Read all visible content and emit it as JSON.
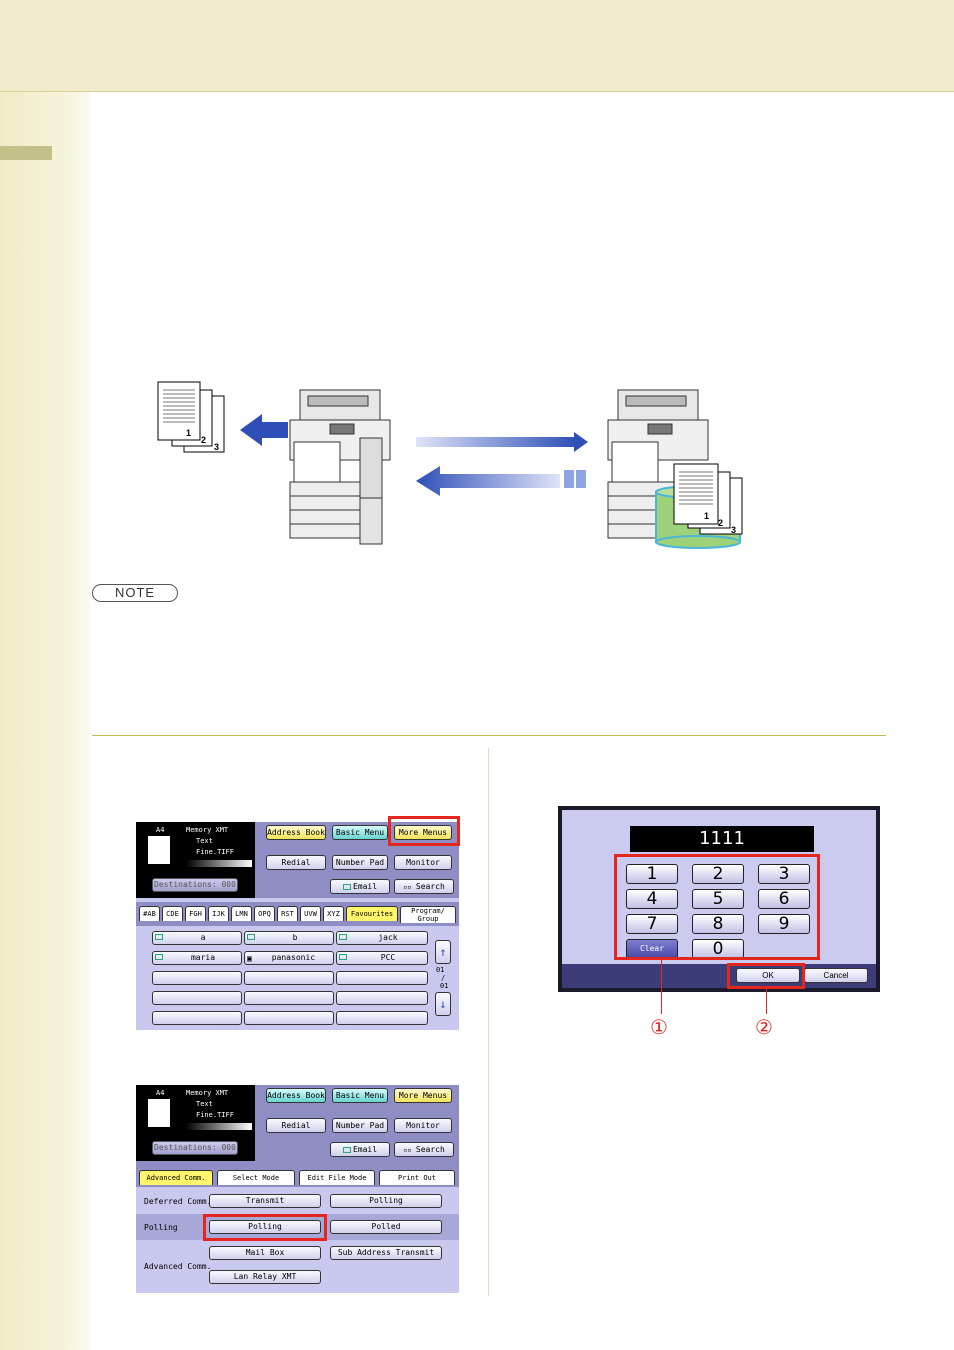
{
  "note_label": "NOTE",
  "illustration": {
    "left_doc_pages": [
      "1",
      "2",
      "3"
    ],
    "right_doc_pages": [
      "1",
      "2",
      "3"
    ]
  },
  "screen1": {
    "status": {
      "size": "A4",
      "mode": "Memory XMT",
      "text_mode": "Text",
      "resolution": "Fine.TIFF"
    },
    "destinations": "Destinations: 000",
    "top_buttons": [
      "Address Book",
      "Basic Menu",
      "More Menus"
    ],
    "mid_buttons": [
      "Redial",
      "Number Pad",
      "Monitor"
    ],
    "email": "Email",
    "search": "Search",
    "tabs": [
      "#AB",
      "CDE",
      "FGH",
      "IJK",
      "LMN",
      "OPQ",
      "RST",
      "UVW",
      "XYZ",
      "Favourites",
      "Program/ Group"
    ],
    "entries": [
      "a",
      "b",
      "jack",
      "maria",
      "panasonic",
      "PCC"
    ],
    "page_indicator": [
      "01",
      "/",
      "01"
    ]
  },
  "screen2": {
    "status": {
      "size": "A4",
      "mode": "Memory XMT",
      "text_mode": "Text",
      "resolution": "Fine.TIFF"
    },
    "destinations": "Destinations: 000",
    "top_buttons": [
      "Address Book",
      "Basic Menu",
      "More Menus"
    ],
    "mid_buttons": [
      "Redial",
      "Number Pad",
      "Monitor"
    ],
    "email": "Email",
    "search": "Search",
    "tabs": [
      "Advanced Comm.",
      "Select Mode",
      "Edit File Mode",
      "Print Out"
    ],
    "rows": [
      {
        "label": "Deferred Comm.",
        "buttons": [
          "Transmit",
          "Polling"
        ]
      },
      {
        "label": "Polling",
        "buttons": [
          "Polling",
          "Polled"
        ]
      },
      {
        "label": "Advanced Comm.",
        "buttons": [
          "Mail Box",
          "Sub Address Transmit",
          "Lan Relay XMT"
        ]
      }
    ]
  },
  "numpad": {
    "display": "1111",
    "keys": [
      "1",
      "2",
      "3",
      "4",
      "5",
      "6",
      "7",
      "8",
      "9",
      "Clear",
      "0"
    ],
    "ok": "OK",
    "cancel": "Cancel",
    "callout1": "①",
    "callout2": "②"
  },
  "colors": {
    "highlight": "#e5261f",
    "band": "#f1edcc",
    "arrow": "#2f4fb8"
  }
}
